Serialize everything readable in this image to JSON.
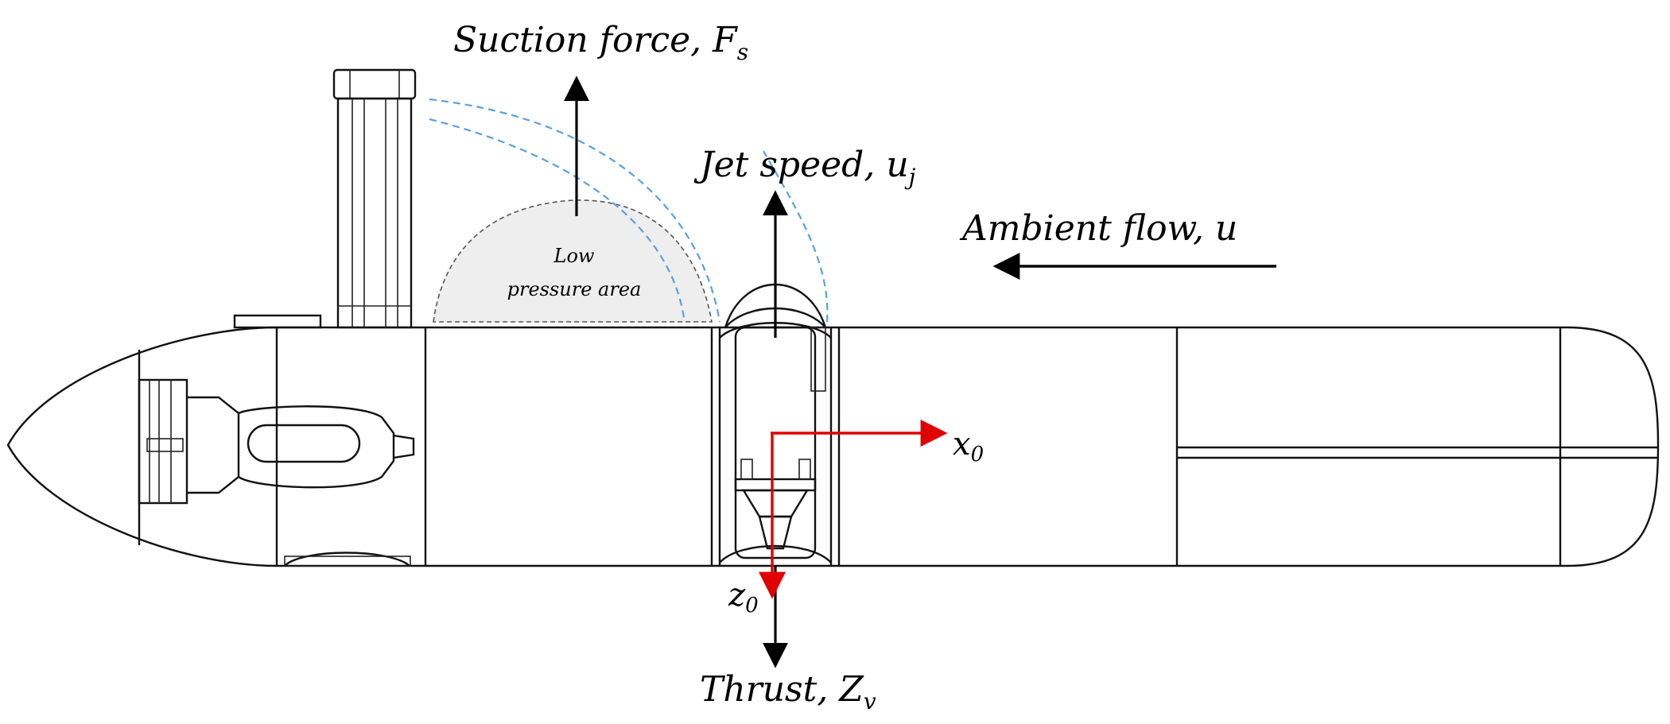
{
  "labels": {
    "suction": {
      "text": "Suction force, ",
      "symbol": "F",
      "subscript": "s"
    },
    "jet": {
      "text": "Jet speed, ",
      "symbol": "u",
      "subscript": "j"
    },
    "ambient": {
      "text": "Ambient flow, u"
    },
    "thrust": {
      "text": "Thrust, ",
      "symbol": "Z",
      "subscript": "v"
    },
    "low_pressure_line1": "Low",
    "low_pressure_line2": "pressure area",
    "x_axis": {
      "symbol": "x",
      "subscript": "0"
    },
    "z_axis": {
      "symbol": "z",
      "subscript": "0"
    }
  },
  "colors": {
    "axis": "#e00000",
    "streamline": "#5aa0e0",
    "hull": "#111111",
    "low_pressure_fill": "#eeeeee"
  }
}
